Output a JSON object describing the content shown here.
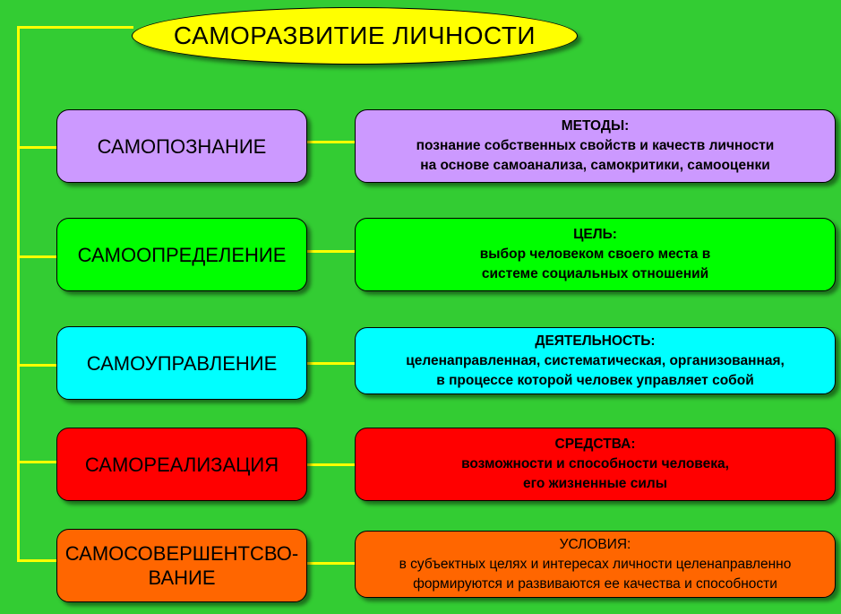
{
  "title": "САМОРАЗВИТИЕ ЛИЧНОСТИ",
  "colors": {
    "background": "#33cc33",
    "connector": "#ffff00",
    "title_fill": "#ffff00"
  },
  "rows": [
    {
      "left_label": "САМОПОЗНАНИЕ",
      "right_heading": "МЕТОДЫ:",
      "right_lines": [
        "познание собственных свойств и качеств личности",
        "на основе самоанализа, самокритики, самооценки"
      ],
      "fill": "#cc99ff"
    },
    {
      "left_label": "САМООПРЕДЕЛЕНИЕ",
      "right_heading": "ЦЕЛЬ:",
      "right_lines": [
        "выбор человеком своего места в",
        "системе социальных отношений"
      ],
      "fill": "#00ff00"
    },
    {
      "left_label": "САМОУПРАВЛЕНИЕ",
      "right_heading": "ДЕЯТЕЛЬНОСТЬ:",
      "right_lines": [
        "целенаправленная, систематическая, организованная,",
        "в процессе которой человек управляет собой"
      ],
      "fill": "#00ffff"
    },
    {
      "left_label": "САМОРЕАЛИЗАЦИЯ",
      "right_heading": "СРЕДСТВА:",
      "right_lines": [
        "возможности и способности человека,",
        "его жизненные силы"
      ],
      "fill": "#ff0000"
    },
    {
      "left_label_lines": [
        "САМОСОВЕРШЕНТСВО-",
        "ВАНИЕ"
      ],
      "right_heading": "УСЛОВИЯ:",
      "right_lines": [
        "в субъектных целях и интересах личности целенаправленно",
        "формируются и развиваются ее качества и способности"
      ],
      "fill": "#ff6600"
    }
  ]
}
